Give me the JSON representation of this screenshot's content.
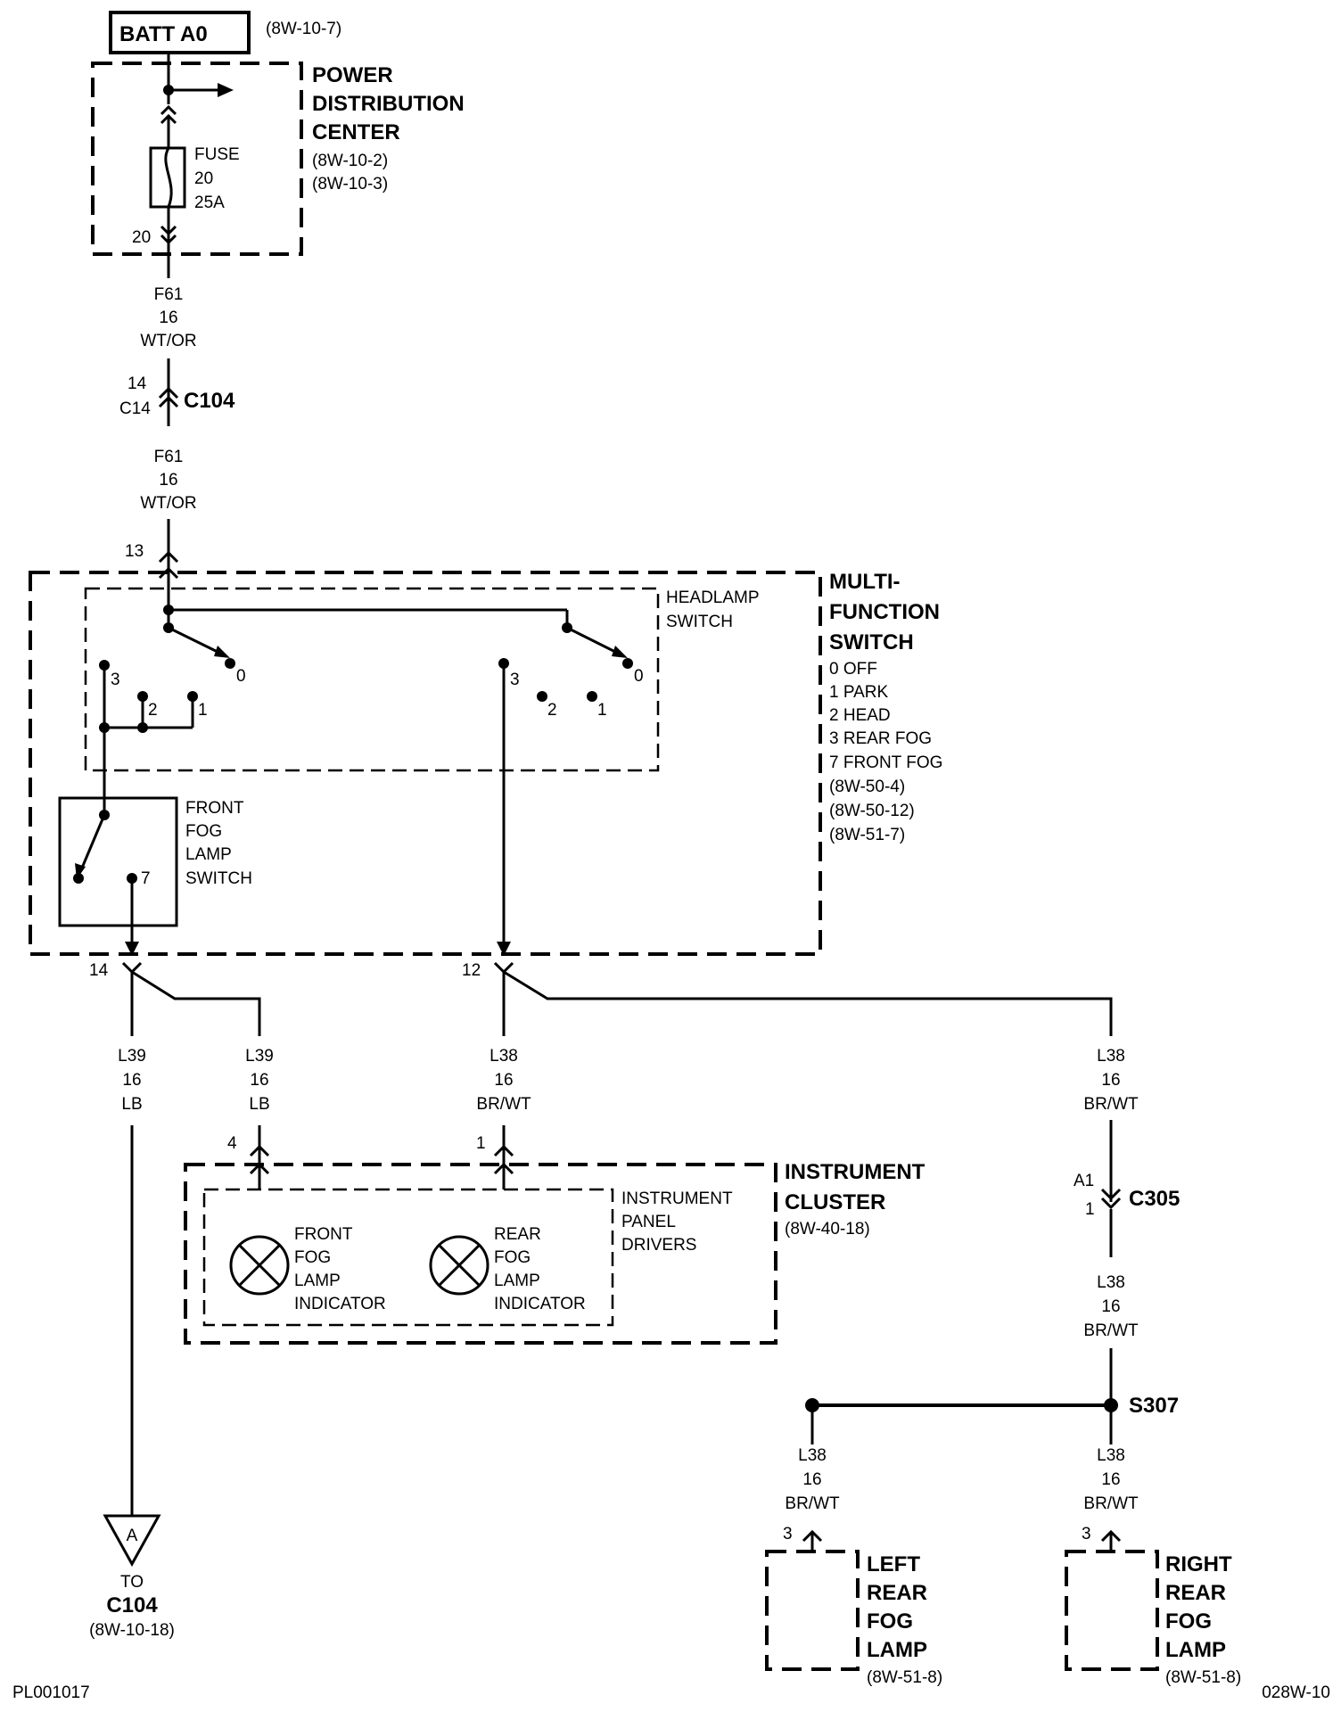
{
  "batt": {
    "label": "BATT A0",
    "ref": "(8W-10-7)"
  },
  "pdc": {
    "title": [
      "POWER",
      "DISTRIBUTION",
      "CENTER"
    ],
    "refs": [
      "(8W-10-2)",
      "(8W-10-3)"
    ],
    "fuse": [
      "FUSE",
      "20",
      "25A"
    ],
    "pin": "20"
  },
  "wire_f61_upper": [
    "F61",
    "16",
    "WT/OR"
  ],
  "c104": {
    "name": "C104",
    "pin_top": "14",
    "pin_bottom": "C14"
  },
  "wire_f61_lower": [
    "F61",
    "16",
    "WT/OR"
  ],
  "mfs": {
    "pin_in": "13",
    "title": [
      "MULTI-",
      "FUNCTION",
      "SWITCH"
    ],
    "legend": [
      "0 OFF",
      "1 PARK",
      "2 HEAD",
      "3 REAR FOG",
      "7 FRONT FOG",
      "(8W-50-4)",
      "(8W-50-12)",
      "(8W-51-7)"
    ],
    "headlamp_switch": [
      "HEADLAMP",
      "SWITCH"
    ],
    "front_fog_switch": [
      "FRONT",
      "FOG",
      "LAMP",
      "SWITCH"
    ],
    "positions": {
      "p0": "0",
      "p1": "1",
      "p2": "2",
      "p3": "3",
      "p7": "7"
    },
    "pin_out_left": "14",
    "pin_out_right": "12"
  },
  "wire_l39_a": [
    "L39",
    "16",
    "LB"
  ],
  "wire_l39_b": [
    "L39",
    "16",
    "LB"
  ],
  "wire_l38_a": [
    "L38",
    "16",
    "BR/WT"
  ],
  "wire_l38_b": [
    "L38",
    "16",
    "BR/WT"
  ],
  "cluster": {
    "title": [
      "INSTRUMENT",
      "CLUSTER"
    ],
    "ref": "(8W-40-18)",
    "drivers": [
      "INSTRUMENT",
      "PANEL",
      "DRIVERS"
    ],
    "front_indicator": [
      "FRONT",
      "FOG",
      "LAMP",
      "INDICATOR"
    ],
    "rear_indicator": [
      "REAR",
      "FOG",
      "LAMP",
      "INDICATOR"
    ],
    "pin_left": "4",
    "pin_right": "1"
  },
  "c305": {
    "name": "C305",
    "pin_top": "A1",
    "pin_bottom": "1"
  },
  "wire_l38_c": [
    "L38",
    "16",
    "BR/WT"
  ],
  "s307": "S307",
  "wire_l38_left": [
    "L38",
    "16",
    "BR/WT"
  ],
  "wire_l38_right": [
    "L38",
    "16",
    "BR/WT"
  ],
  "left_lamp": {
    "title": [
      "LEFT",
      "REAR",
      "FOG",
      "LAMP"
    ],
    "ref": "(8W-51-8)",
    "pin": "3"
  },
  "right_lamp": {
    "title": [
      "RIGHT",
      "REAR",
      "FOG",
      "LAMP"
    ],
    "ref": "(8W-51-8)",
    "pin": "3"
  },
  "offpage": {
    "letter": "A",
    "to": "TO",
    "connector": "C104",
    "ref": "(8W-10-18)"
  },
  "footer": {
    "left": "PL001017",
    "right": "028W-10"
  }
}
